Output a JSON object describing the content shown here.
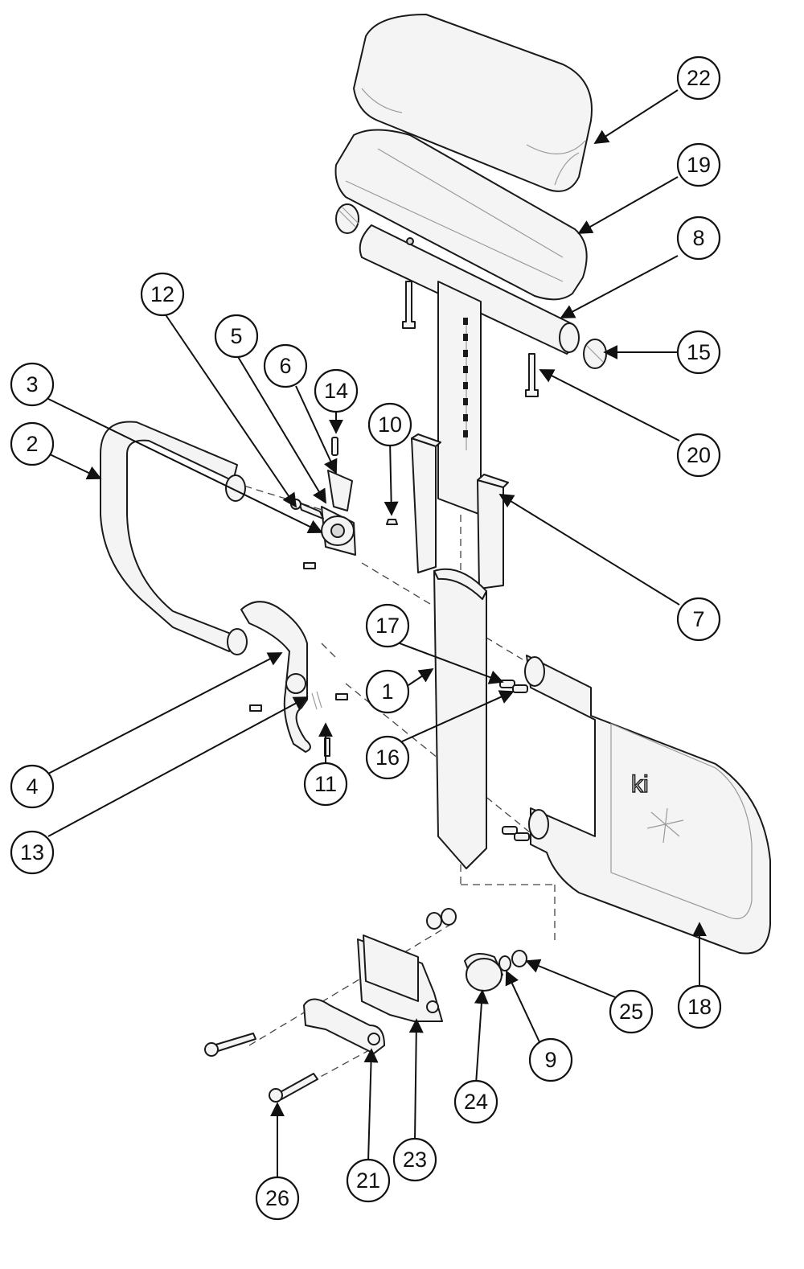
{
  "callouts": [
    {
      "id": "c22",
      "label": "22"
    },
    {
      "id": "c19",
      "label": "19"
    },
    {
      "id": "c8",
      "label": "8"
    },
    {
      "id": "c15",
      "label": "15"
    },
    {
      "id": "c20",
      "label": "20"
    },
    {
      "id": "c12",
      "label": "12"
    },
    {
      "id": "c5",
      "label": "5"
    },
    {
      "id": "c6",
      "label": "6"
    },
    {
      "id": "c14",
      "label": "14"
    },
    {
      "id": "c3",
      "label": "3"
    },
    {
      "id": "c2",
      "label": "2"
    },
    {
      "id": "c10",
      "label": "10"
    },
    {
      "id": "c7",
      "label": "7"
    },
    {
      "id": "c17",
      "label": "17"
    },
    {
      "id": "c1",
      "label": "1"
    },
    {
      "id": "c16",
      "label": "16"
    },
    {
      "id": "c4",
      "label": "4"
    },
    {
      "id": "c11",
      "label": "11"
    },
    {
      "id": "c13",
      "label": "13"
    },
    {
      "id": "c18",
      "label": "18"
    },
    {
      "id": "c25",
      "label": "25"
    },
    {
      "id": "c9",
      "label": "9"
    },
    {
      "id": "c24",
      "label": "24"
    },
    {
      "id": "c23",
      "label": "23"
    },
    {
      "id": "c21",
      "label": "21"
    },
    {
      "id": "c26",
      "label": "26"
    }
  ],
  "colors": {
    "line": "#1a1a1a",
    "fill": "#f4f4f4",
    "shade": "#d9d9d9",
    "background": "#ffffff"
  }
}
